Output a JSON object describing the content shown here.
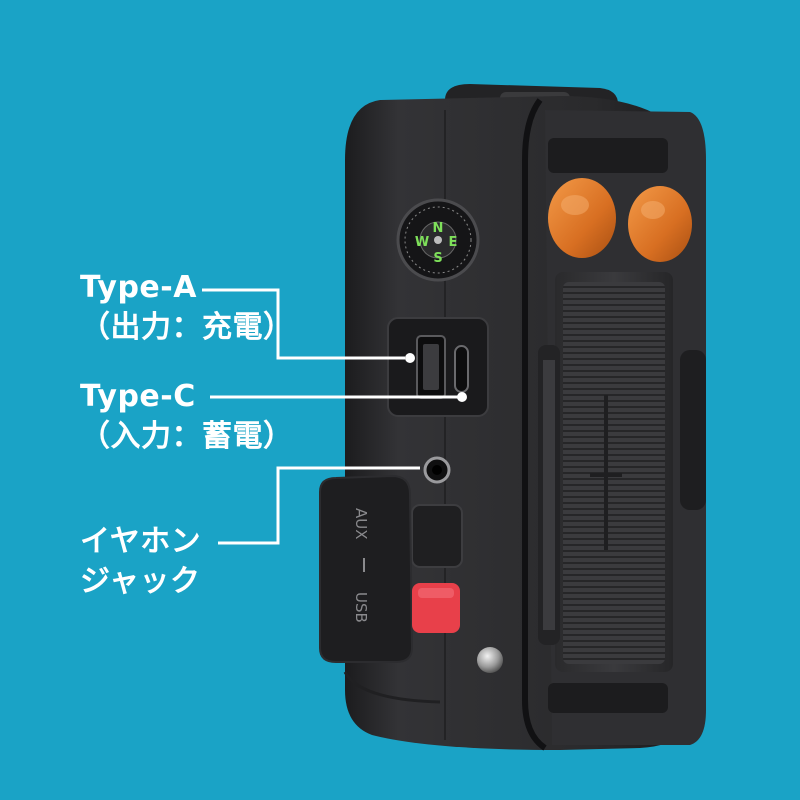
{
  "callouts": {
    "type_a": {
      "line1": "Type-A",
      "line2": "（出力：充電）"
    },
    "type_c": {
      "line1": "Type-C",
      "line2": "（入力：蓄電）"
    },
    "earphone": {
      "line1": "イヤホン",
      "line2": "ジャック"
    }
  },
  "device": {
    "compass_letters": {
      "n": "N",
      "e": "E",
      "s": "S",
      "w": "W"
    },
    "cover_labels": {
      "aux": "AUX",
      "usb": "USB"
    }
  },
  "colors": {
    "background": "#1aa3c6",
    "body": "#2b2b2d",
    "knob": "#e0782a",
    "cover_button": "#e8404a",
    "compass_green": "#7ee05a"
  }
}
